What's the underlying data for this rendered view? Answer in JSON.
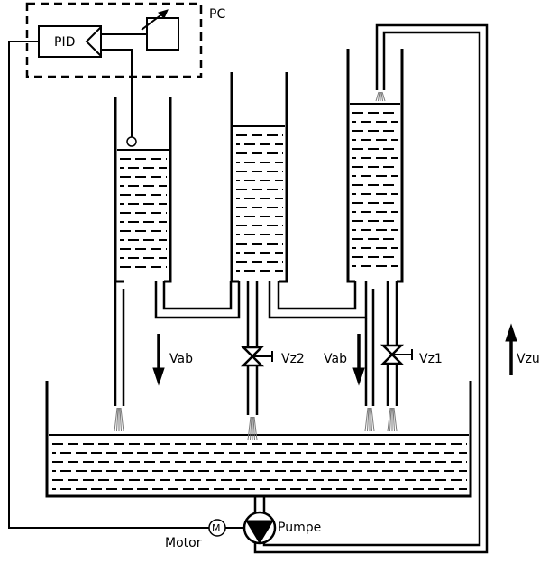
{
  "labels": {
    "pc": "PC",
    "pid": "PID",
    "vab_left": "Vab",
    "vz2": "Vz2",
    "vab_right": "Vab",
    "vz1": "Vz1",
    "vzu": "Vzu",
    "motor": "Motor",
    "motor_symbol": "M",
    "pump": "Pumpe"
  },
  "colors": {
    "line": "#000000",
    "background": "#ffffff"
  }
}
